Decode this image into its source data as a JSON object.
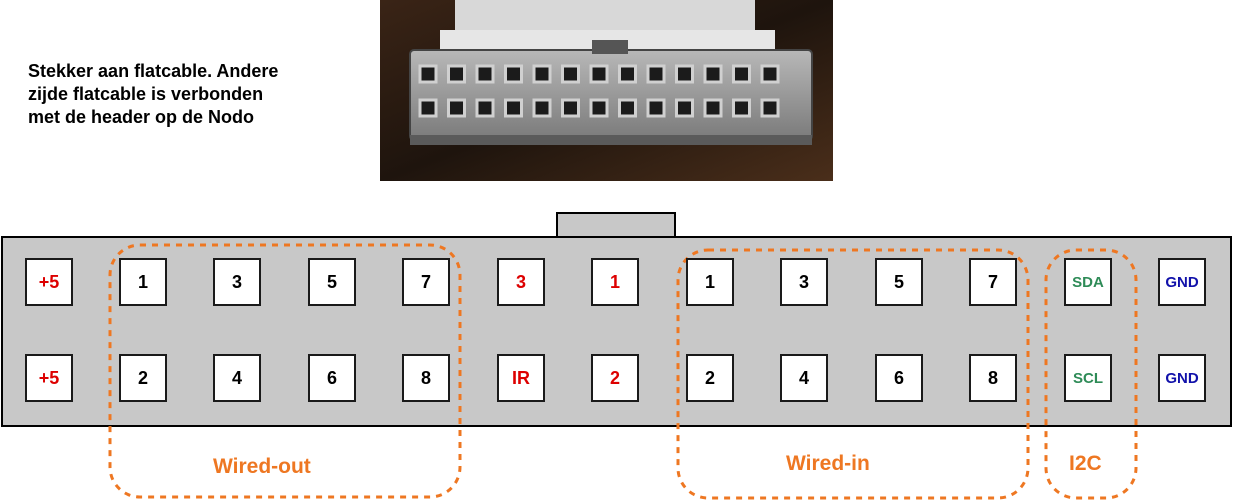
{
  "caption": {
    "lines": [
      "Stekker aan flatcable. Andere",
      "zijde flatcable is verbonden",
      "met de header op de Nodo"
    ]
  },
  "colors": {
    "red": "#dd0000",
    "black": "#000000",
    "green": "#2e8b57",
    "blue": "#1111aa",
    "orange": "#ee7722",
    "header": "#c8c8c8"
  },
  "pins": {
    "top": [
      {
        "label": "+5",
        "color": "red"
      },
      {
        "label": "1",
        "color": "black"
      },
      {
        "label": "3",
        "color": "black"
      },
      {
        "label": "5",
        "color": "black"
      },
      {
        "label": "7",
        "color": "black"
      },
      {
        "label": "3",
        "color": "red"
      },
      {
        "label": "1",
        "color": "red"
      },
      {
        "label": "1",
        "color": "black"
      },
      {
        "label": "3",
        "color": "black"
      },
      {
        "label": "5",
        "color": "black"
      },
      {
        "label": "7",
        "color": "black"
      },
      {
        "label": "SDA",
        "color": "green"
      },
      {
        "label": "GND",
        "color": "blue"
      }
    ],
    "bottom": [
      {
        "label": "+5",
        "color": "red"
      },
      {
        "label": "2",
        "color": "black"
      },
      {
        "label": "4",
        "color": "black"
      },
      {
        "label": "6",
        "color": "black"
      },
      {
        "label": "8",
        "color": "black"
      },
      {
        "label": "IR",
        "color": "red"
      },
      {
        "label": "2",
        "color": "red"
      },
      {
        "label": "2",
        "color": "black"
      },
      {
        "label": "4",
        "color": "black"
      },
      {
        "label": "6",
        "color": "black"
      },
      {
        "label": "8",
        "color": "black"
      },
      {
        "label": "SCL",
        "color": "green"
      },
      {
        "label": "GND",
        "color": "blue"
      }
    ]
  },
  "groups": {
    "wired_out": "Wired-out",
    "wired_in": "Wired-in",
    "i2c": "I2C"
  }
}
